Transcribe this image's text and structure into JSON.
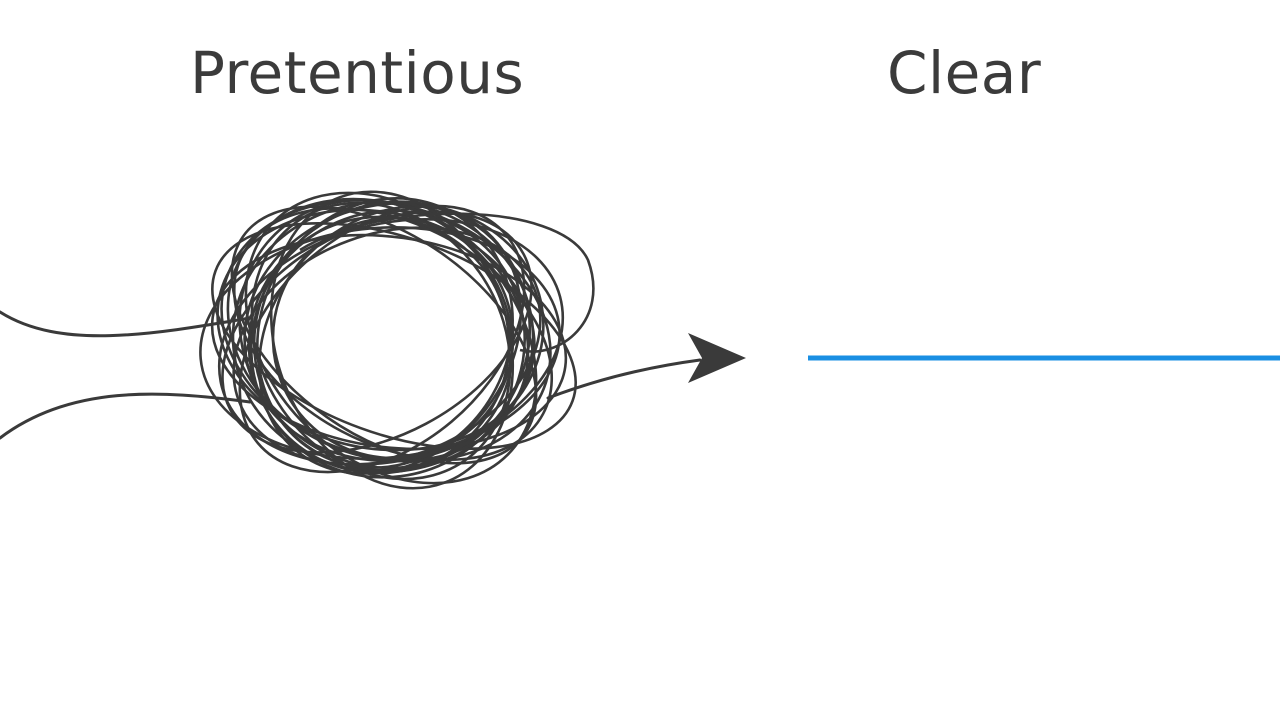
{
  "diagram": {
    "left_heading": "Pretentious",
    "right_heading": "Clear",
    "tangled_line_color": "#3a3a3a",
    "straight_line_color": "#1a8fe3",
    "left_icon": "tangled-knot-with-arrow",
    "right_icon": "straight-line"
  }
}
